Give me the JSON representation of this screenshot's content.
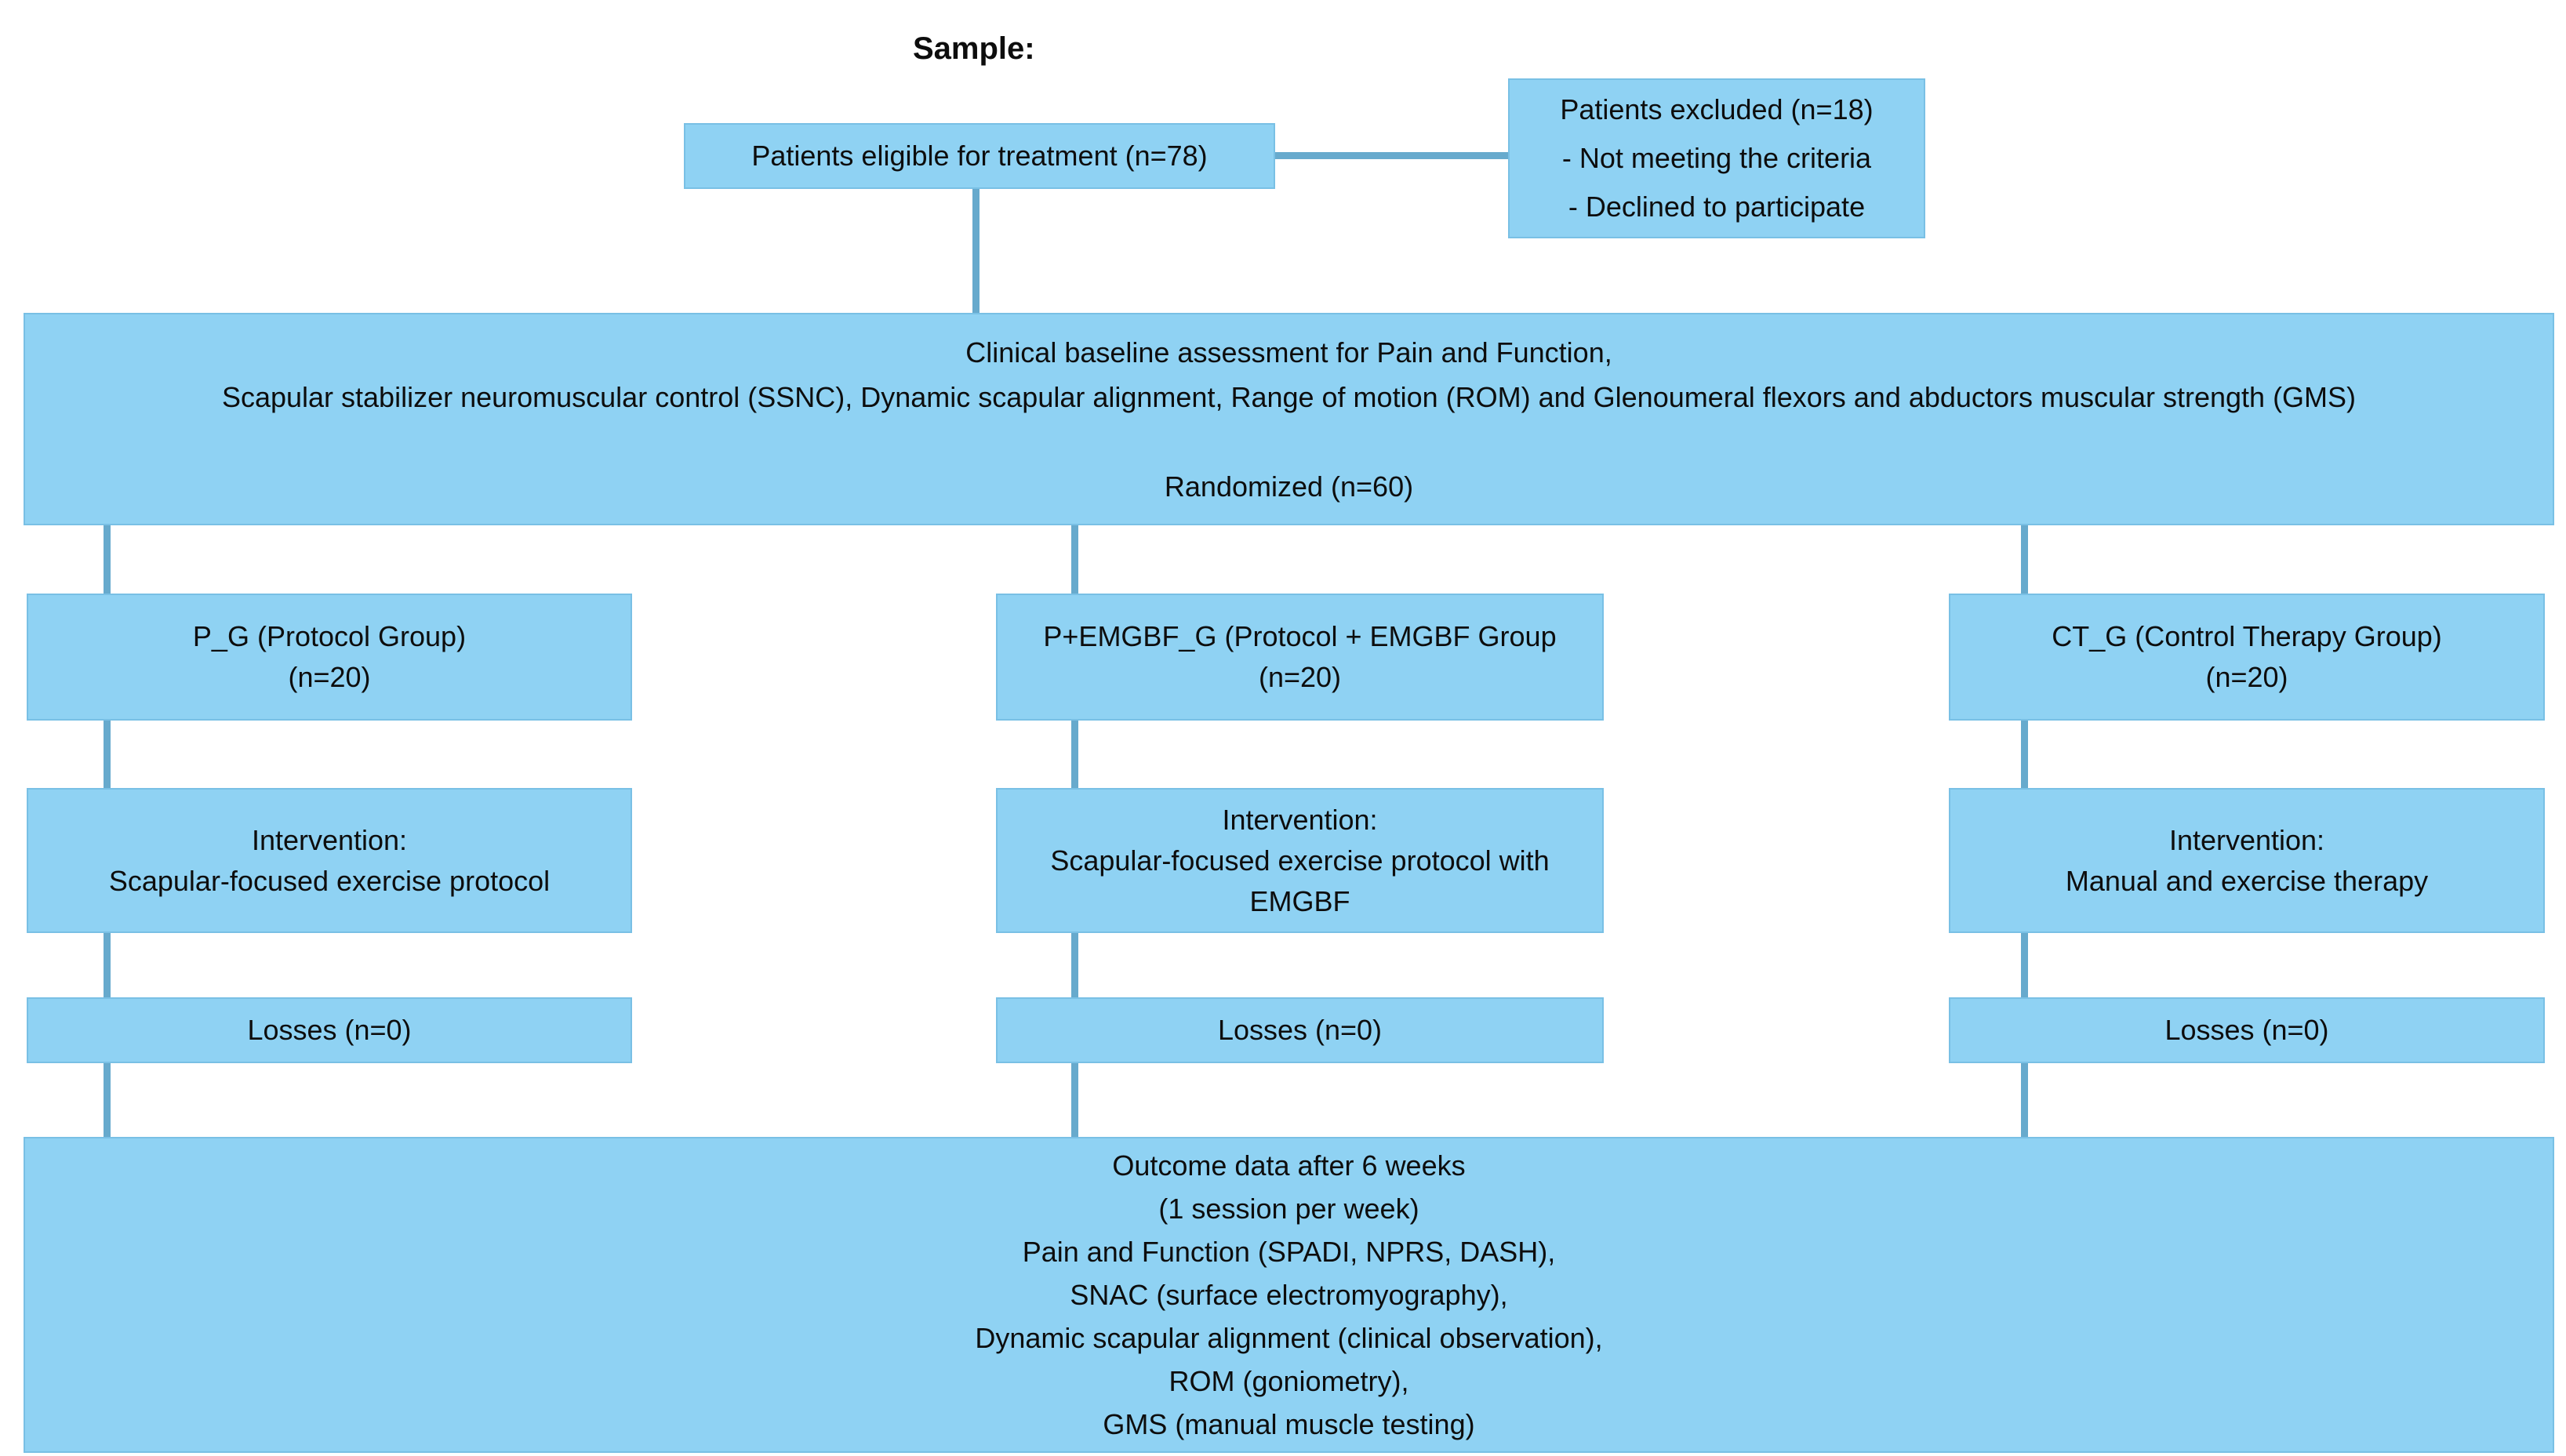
{
  "title_label": "Sample:",
  "colors": {
    "box_fill": "#8fd2f3",
    "box_border": "#79c0e5",
    "connector": "#67aacd",
    "text": "#0d0d0d",
    "background": "#ffffff"
  },
  "top": {
    "eligible": "Patients eligible for treatment (n=78)",
    "excluded_lines": [
      "Patients excluded (n=18)",
      "- Not meeting the criteria",
      "- Declined to participate"
    ]
  },
  "baseline": {
    "line1": "Clinical baseline assessment for Pain and Function,",
    "line2": "Scapular stabilizer neuromuscular control (SSNC), Dynamic scapular alignment, Range of motion (ROM) and Glenoumeral flexors and abductors muscular strength (GMS)",
    "randomized": "Randomized (n=60)"
  },
  "columns": [
    {
      "group_line1": "P_G (Protocol Group)",
      "group_line2": "(n=20)",
      "intervention_lines": [
        "Intervention:",
        "Scapular-focused exercise protocol"
      ],
      "losses": "Losses (n=0)"
    },
    {
      "group_line1": "P+EMGBF_G (Protocol + EMGBF Group",
      "group_line2": "(n=20)",
      "intervention_lines": [
        "Intervention:",
        "Scapular-focused exercise protocol with",
        "EMGBF"
      ],
      "losses": "Losses (n=0)"
    },
    {
      "group_line1": "CT_G (Control Therapy Group)",
      "group_line2": "(n=20)",
      "intervention_lines": [
        "Intervention:",
        "Manual and exercise therapy"
      ],
      "losses": "Losses (n=0)"
    }
  ],
  "outcome_lines": [
    "Outcome data after 6 weeks",
    "(1 session per week)",
    "Pain and Function (SPADI, NPRS, DASH),",
    "SNAC (surface electromyography),",
    "Dynamic scapular alignment (clinical observation),",
    "ROM (goniometry),",
    "GMS (manual muscle testing)"
  ]
}
